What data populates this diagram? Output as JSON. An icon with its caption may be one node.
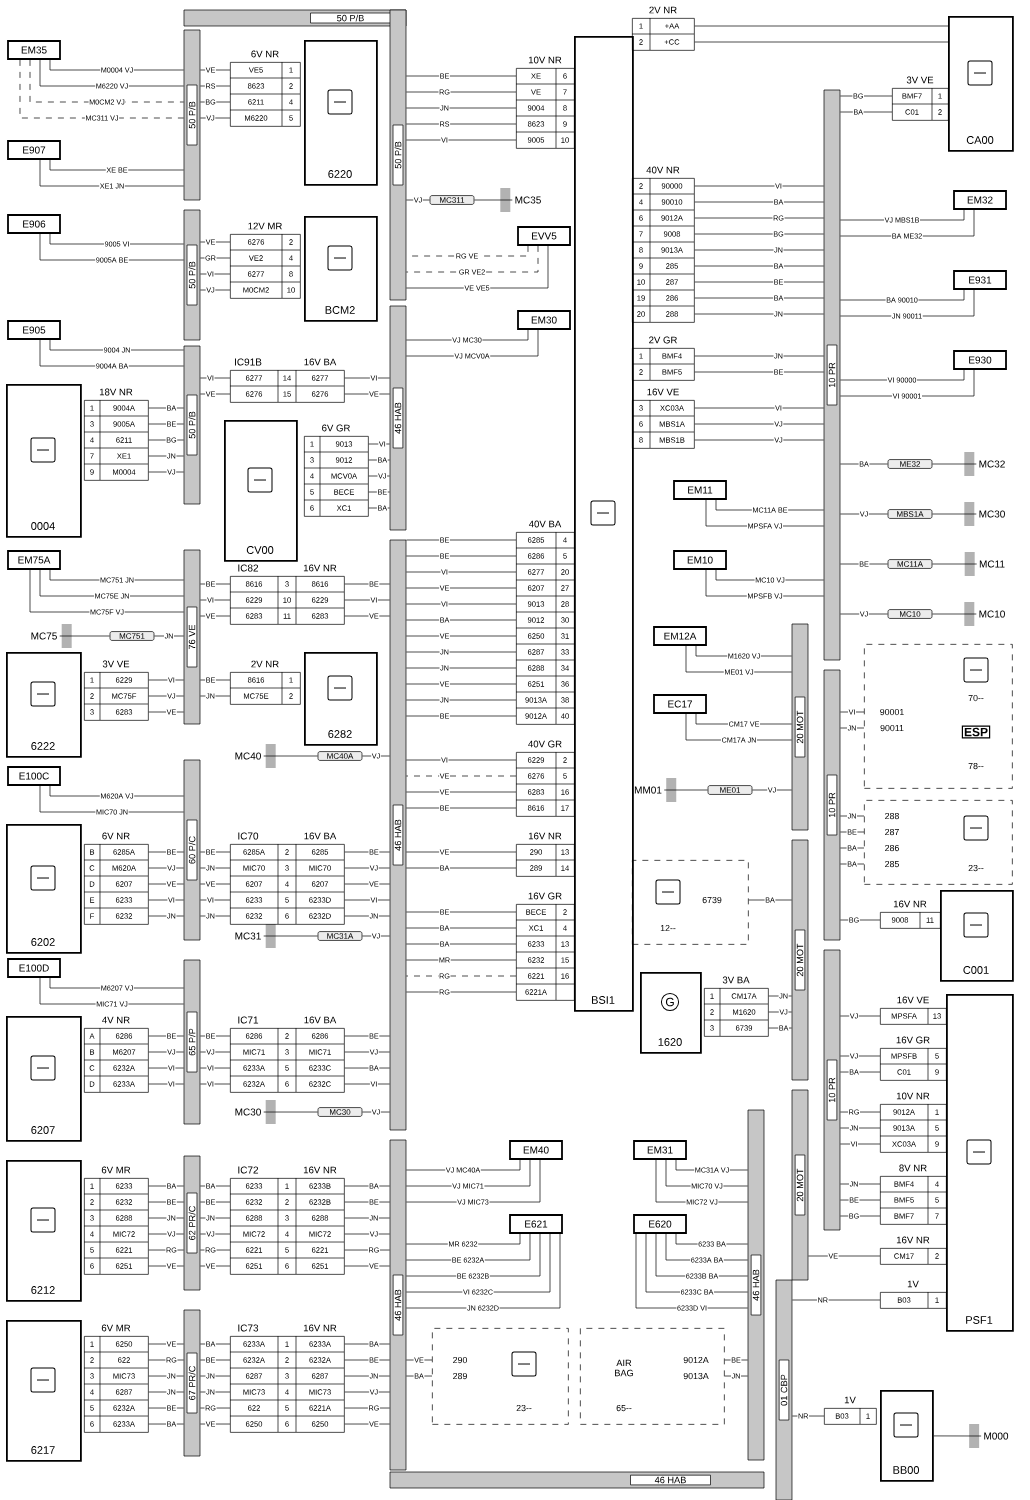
{
  "diagram": {
    "nodes": [
      {
        "text": [
          "50 P/B"
        ]
      },
      {
        "text": [
          "50 P/B"
        ]
      },
      {
        "text": [
          "50 P/B"
        ]
      },
      {
        "text": [
          "50 P/B"
        ]
      },
      {
        "text": [
          "76 VE"
        ]
      },
      {
        "text": [
          "60 P/C"
        ]
      },
      {
        "text": [
          "65 P/P"
        ]
      },
      {
        "text": [
          "62 PR/C"
        ]
      },
      {
        "text": [
          "67 PR/C"
        ]
      },
      {
        "text": [
          "50 P/B"
        ]
      },
      {
        "text": [
          "46 HAB"
        ]
      },
      {
        "text": [
          "46 HAB"
        ]
      },
      {
        "text": [
          "46 HAB"
        ]
      },
      {
        "text": [
          "46 HAB"
        ]
      },
      {
        "text": [
          "10 PR"
        ]
      },
      {
        "text": [
          "10 PR"
        ]
      },
      {
        "text": [
          "10 PR"
        ]
      },
      {
        "text": [
          "20 MOT"
        ]
      },
      {
        "text": [
          "20 MOT"
        ]
      },
      {
        "text": [
          "20 MOT"
        ]
      },
      {
        "text": [
          "46 HAB"
        ]
      },
      {
        "text": [
          "01 CBP"
        ]
      },
      {
        "text": [
          "EM35"
        ]
      },
      {
        "text": [
          "E907"
        ]
      },
      {
        "text": [
          "E906"
        ]
      },
      {
        "text": [
          "E905"
        ]
      },
      {
        "text": [
          "EM75A"
        ]
      },
      {
        "text": [
          "E100C"
        ]
      },
      {
        "text": [
          "E100D"
        ]
      },
      {
        "text": [
          "EVV5"
        ]
      },
      {
        "text": [
          "EM30"
        ]
      },
      {
        "text": [
          "EM32"
        ]
      },
      {
        "text": [
          "E931"
        ]
      },
      {
        "text": [
          "E930"
        ]
      },
      {
        "text": [
          "EM11"
        ]
      },
      {
        "text": [
          "EM10"
        ]
      },
      {
        "text": [
          "EM12A"
        ]
      },
      {
        "text": [
          "EC17"
        ]
      },
      {
        "text": [
          "EM40"
        ]
      },
      {
        "text": [
          "EM31"
        ]
      },
      {
        "text": [
          "E621"
        ]
      },
      {
        "text": [
          "E620"
        ]
      },
      {
        "text": [
          "6220"
        ]
      },
      {
        "text": [
          "BCM2"
        ]
      },
      {
        "text": [
          "0004"
        ]
      },
      {
        "text": [
          "CV00"
        ]
      },
      {
        "text": [
          "6222"
        ]
      },
      {
        "text": [
          "6282"
        ]
      },
      {
        "text": [
          "6202"
        ]
      },
      {
        "text": [
          "6207"
        ]
      },
      {
        "text": [
          "6212"
        ]
      },
      {
        "text": [
          "6217"
        ]
      },
      {
        "text": [
          "BSI1"
        ]
      },
      {
        "text": [
          "CA00"
        ]
      },
      {
        "text": [
          "C001"
        ]
      },
      {
        "text": [
          "PSF1"
        ]
      },
      {
        "text": [
          "G",
          "1620"
        ]
      },
      {
        "text": [
          "BB00"
        ]
      },
      {
        "text": [
          "90001",
          "90011",
          "70--",
          "ESP",
          "78--"
        ]
      },
      {
        "text": [
          "288",
          "287",
          "286",
          "285",
          "23--"
        ]
      },
      {
        "text": [
          "6739",
          "12--"
        ]
      },
      {
        "text": [
          "290",
          "289",
          "23--"
        ]
      },
      {
        "text": [
          "9012A",
          "9013A",
          "AIR BAG",
          "65--"
        ]
      },
      {
        "text": [
          "MC35"
        ]
      },
      {
        "text": [
          "MC311"
        ]
      },
      {
        "text": [
          "MC75"
        ]
      },
      {
        "text": [
          "MC751"
        ]
      },
      {
        "text": [
          "MC40"
        ]
      },
      {
        "text": [
          "MC40A"
        ]
      },
      {
        "text": [
          "MC31"
        ]
      },
      {
        "text": [
          "MC31A"
        ]
      },
      {
        "text": [
          "MC30"
        ]
      },
      {
        "text": [
          "MC30"
        ]
      },
      {
        "text": [
          "MC32"
        ]
      },
      {
        "text": [
          "ME32"
        ]
      },
      {
        "text": [
          "MC30"
        ]
      },
      {
        "text": [
          "MBS1A"
        ]
      },
      {
        "text": [
          "MC11"
        ]
      },
      {
        "text": [
          "MC11A"
        ]
      },
      {
        "text": [
          "MC10"
        ]
      },
      {
        "text": [
          "MC10"
        ]
      },
      {
        "text": [
          "MM01"
        ]
      },
      {
        "text": [
          "ME01"
        ]
      },
      {
        "text": [
          "M000"
        ]
      },
      {
        "text": [
          "6V NR",
          "VE5",
          "1",
          "8623",
          "2",
          "6211",
          "4",
          "M6220",
          "5"
        ]
      },
      {
        "text": [
          "12V MR",
          "6276",
          "2",
          "VE2",
          "4",
          "6277",
          "8",
          "M0CM2",
          "10"
        ]
      },
      {
        "text": [
          "IC91B",
          "16V BA",
          "6277",
          "14",
          "6277",
          "6276",
          "15",
          "6276"
        ]
      },
      {
        "text": [
          "18V NR",
          "1",
          "9004A",
          "3",
          "9005A",
          "4",
          "6211",
          "7",
          "XE1",
          "9",
          "M0004"
        ]
      },
      {
        "text": [
          "6V GR",
          "1",
          "9013",
          "3",
          "9012",
          "4",
          "MCV0A",
          "5",
          "BECE",
          "6",
          "XC1"
        ]
      },
      {
        "text": [
          "IC82",
          "16V NR",
          "8616",
          "3",
          "8616",
          "6229",
          "10",
          "6229",
          "6283",
          "11",
          "6283"
        ]
      },
      {
        "text": [
          "3V VE",
          "1",
          "6229",
          "2",
          "MC75F",
          "3",
          "6283"
        ]
      },
      {
        "text": [
          "2V NR",
          "8616",
          "1",
          "MC75E",
          "2"
        ]
      },
      {
        "text": [
          "6V NR",
          "B",
          "6285A",
          "C",
          "M620A",
          "D",
          "6207",
          "E",
          "6233",
          "F",
          "6232"
        ]
      },
      {
        "text": [
          "IC70",
          "16V BA",
          "6285A",
          "2",
          "6285",
          "MIC70",
          "3",
          "MIC70",
          "6207",
          "4",
          "6207",
          "6233",
          "5",
          "6233D",
          "6232",
          "6",
          "6232D"
        ]
      },
      {
        "text": [
          "4V NR",
          "A",
          "6286",
          "B",
          "M6207",
          "C",
          "6232A",
          "D",
          "6233A"
        ]
      },
      {
        "text": [
          "IC71",
          "16V BA",
          "6286",
          "2",
          "6286",
          "MIC71",
          "3",
          "MIC71",
          "6233A",
          "5",
          "6233C",
          "6232A",
          "6",
          "6232C"
        ]
      },
      {
        "text": [
          "6V MR",
          "1",
          "6233",
          "2",
          "6232",
          "3",
          "6288",
          "4",
          "MIC72",
          "5",
          "6221",
          "6",
          "6251"
        ]
      },
      {
        "text": [
          "IC72",
          "16V NR",
          "6233",
          "1",
          "6233B",
          "6232",
          "2",
          "6232B",
          "6288",
          "3",
          "6288",
          "MIC72",
          "4",
          "MIC72",
          "6221",
          "5",
          "6221",
          "6251",
          "6",
          "6251"
        ]
      },
      {
        "text": [
          "6V MR",
          "1",
          "6250",
          "2",
          "622",
          "3",
          "MIC73",
          "4",
          "6287",
          "5",
          "6232A",
          "6",
          "6233A"
        ]
      },
      {
        "text": [
          "IC73",
          "16V NR",
          "6233A",
          "1",
          "6233A",
          "6232A",
          "2",
          "6232A",
          "6287",
          "3",
          "6287",
          "MIC73",
          "4",
          "MIC73",
          "622",
          "5",
          "6221A",
          "6250",
          "6",
          "6250"
        ]
      },
      {
        "text": [
          "10V NR",
          "XE",
          "6",
          "VE",
          "7",
          "9004",
          "8",
          "8623",
          "9",
          "9005",
          "10"
        ]
      },
      {
        "text": [
          "40V BA",
          "6285",
          "4",
          "6286",
          "5",
          "6277",
          "20",
          "6207",
          "27",
          "9013",
          "28",
          "9012",
          "30",
          "6250",
          "31",
          "6287",
          "33",
          "6288",
          "34",
          "6251",
          "36",
          "9013A",
          "38",
          "9012A",
          "40"
        ]
      },
      {
        "text": [
          "40V GR",
          "6229",
          "2",
          "6276",
          "5",
          "6283",
          "16",
          "8616",
          "17"
        ]
      },
      {
        "text": [
          "16V NR",
          "290",
          "13",
          "289",
          "14"
        ]
      },
      {
        "text": [
          "16V GR",
          "BECE",
          "2",
          "XC1",
          "4",
          "6233",
          "13",
          "6232",
          "15",
          "6221",
          "16",
          "6221A"
        ]
      },
      {
        "text": [
          "2V NR",
          "1",
          "+AA",
          "2",
          "+CC"
        ]
      },
      {
        "text": [
          "40V NR",
          "2",
          "90000",
          "4",
          "90010",
          "6",
          "9012A",
          "7",
          "9008",
          "8",
          "9013A",
          "9",
          "285",
          "10",
          "287",
          "19",
          "286",
          "20",
          "288"
        ]
      },
      {
        "text": [
          "2V GR",
          "1",
          "BMF4",
          "2",
          "BMF5"
        ]
      },
      {
        "text": [
          "16V VE",
          "3",
          "XC03A",
          "6",
          "MBS1A",
          "8",
          "MBS1B"
        ]
      },
      {
        "text": [
          "3V VE",
          "BMF7",
          "1",
          "C01",
          "2"
        ]
      },
      {
        "text": [
          "16V NR",
          "9008",
          "11"
        ]
      },
      {
        "text": [
          "16V VE",
          "MPSFA",
          "13"
        ]
      },
      {
        "text": [
          "16V GR",
          "MPSFB",
          "5",
          "C01",
          "9"
        ]
      },
      {
        "text": [
          "10V NR",
          "9012A",
          "1",
          "9013A",
          "5",
          "XC03A",
          "9"
        ]
      },
      {
        "text": [
          "8V NR",
          "BMF4",
          "4",
          "BMF5",
          "5",
          "BMF7",
          "7"
        ]
      },
      {
        "text": [
          "16V NR",
          "CM17",
          "2"
        ]
      },
      {
        "text": [
          "1V",
          "B03",
          "1"
        ]
      },
      {
        "text": [
          "1V",
          "B03",
          "1"
        ]
      },
      {
        "text": [
          "3V BA",
          "1",
          "CM17A",
          "2",
          "M1620",
          "3",
          "6739"
        ]
      }
    ],
    "edges": [
      {
        "from": 22,
        "to": 1,
        "arrow": "none",
        "label": "M0004 VJ"
      },
      {
        "from": 22,
        "to": 1,
        "arrow": "none",
        "label": "M6220 VJ"
      },
      {
        "from": 22,
        "to": 1,
        "arrow": "none",
        "label": "M0CM2 VJ",
        "style": "dashed"
      },
      {
        "from": 22,
        "to": 1,
        "arrow": "none",
        "label": "MC311 VJ",
        "style": "dashed"
      },
      {
        "from": 1,
        "to": 84,
        "arrow": "none",
        "label": "VE"
      },
      {
        "from": 1,
        "to": 84,
        "arrow": "none",
        "label": "RS"
      },
      {
        "from": 1,
        "to": 84,
        "arrow": "none",
        "label": "BG"
      },
      {
        "from": 1,
        "to": 84,
        "arrow": "none",
        "label": "VJ"
      },
      {
        "from": 23,
        "to": 1,
        "arrow": "none",
        "label": "XE BE"
      },
      {
        "from": 23,
        "to": 1,
        "arrow": "none",
        "label": "XE1 JN"
      },
      {
        "from": 24,
        "to": 2,
        "arrow": "none",
        "label": "9005 VI"
      },
      {
        "from": 24,
        "to": 2,
        "arrow": "none",
        "label": "9005A BE"
      },
      {
        "from": 2,
        "to": 85,
        "arrow": "none",
        "label": "VE"
      },
      {
        "from": 2,
        "to": 85,
        "arrow": "none",
        "label": "GR"
      },
      {
        "from": 2,
        "to": 85,
        "arrow": "none",
        "label": "VI"
      },
      {
        "from": 2,
        "to": 85,
        "arrow": "none",
        "label": "VJ"
      },
      {
        "from": 25,
        "to": 3,
        "arrow": "none",
        "label": "9004 JN"
      },
      {
        "from": 25,
        "to": 3,
        "arrow": "none",
        "label": "9004A BA"
      },
      {
        "from": 87,
        "to": 3,
        "arrow": "none",
        "label": "BA"
      },
      {
        "from": 87,
        "to": 3,
        "arrow": "none",
        "label": "BE"
      },
      {
        "from": 87,
        "to": 3,
        "arrow": "none",
        "label": "BG"
      },
      {
        "from": 87,
        "to": 3,
        "arrow": "none",
        "label": "JN"
      },
      {
        "from": 87,
        "to": 3,
        "arrow": "none",
        "label": "VJ"
      },
      {
        "from": 3,
        "to": 86,
        "arrow": "none",
        "label": "VI"
      },
      {
        "from": 3,
        "to": 86,
        "arrow": "none",
        "label": "VE"
      },
      {
        "from": 86,
        "to": 10,
        "arrow": "none",
        "label": "VI"
      },
      {
        "from": 86,
        "to": 10,
        "arrow": "none",
        "label": "VE"
      },
      {
        "from": 88,
        "to": 10,
        "arrow": "none",
        "label": "VI"
      },
      {
        "from": 88,
        "to": 10,
        "arrow": "none",
        "label": "BA"
      },
      {
        "from": 88,
        "to": 10,
        "arrow": "none",
        "label": "VJ"
      },
      {
        "from": 88,
        "to": 10,
        "arrow": "none",
        "label": "BE"
      },
      {
        "from": 88,
        "to": 10,
        "arrow": "none",
        "label": "BA"
      },
      {
        "from": 10,
        "to": 30,
        "arrow": "none",
        "label": "VJ MC30"
      },
      {
        "from": 10,
        "to": 30,
        "arrow": "none",
        "label": "VJ MCV0A"
      },
      {
        "from": 9,
        "to": 100,
        "arrow": "none",
        "label": "BE"
      },
      {
        "from": 9,
        "to": 100,
        "arrow": "none",
        "label": "RG"
      },
      {
        "from": 9,
        "to": 100,
        "arrow": "none",
        "label": "JN"
      },
      {
        "from": 9,
        "to": 100,
        "arrow": "none",
        "label": "RS"
      },
      {
        "from": 9,
        "to": 100,
        "arrow": "none",
        "label": "VI"
      },
      {
        "from": 9,
        "to": 64,
        "arrow": "none",
        "label": "VJ"
      },
      {
        "from": 64,
        "to": 63,
        "arrow": "none"
      },
      {
        "from": 9,
        "to": 29,
        "arrow": "none",
        "label": "RG VE",
        "style": "dashed"
      },
      {
        "from": 9,
        "to": 29,
        "arrow": "none",
        "label": "GR VE2",
        "style": "dashed"
      },
      {
        "from": 9,
        "to": 29,
        "arrow": "none",
        "label": "VE VE5"
      },
      {
        "from": 26,
        "to": 4,
        "arrow": "none",
        "label": "MC751 JN"
      },
      {
        "from": 26,
        "to": 4,
        "arrow": "none",
        "label": "MC75E JN"
      },
      {
        "from": 26,
        "to": 4,
        "arrow": "none",
        "label": "MC75F VJ"
      },
      {
        "from": 66,
        "to": 4,
        "arrow": "none",
        "label": "JN"
      },
      {
        "from": 66,
        "to": 65,
        "arrow": "none"
      },
      {
        "from": 90,
        "to": 4,
        "arrow": "none",
        "label": "VI"
      },
      {
        "from": 90,
        "to": 4,
        "arrow": "none",
        "label": "VJ"
      },
      {
        "from": 90,
        "to": 4,
        "arrow": "none",
        "label": "VE"
      },
      {
        "from": 4,
        "to": 89,
        "arrow": "none",
        "label": "BE"
      },
      {
        "from": 4,
        "to": 89,
        "arrow": "none",
        "label": "VI"
      },
      {
        "from": 4,
        "to": 89,
        "arrow": "none",
        "label": "VE"
      },
      {
        "from": 4,
        "to": 91,
        "arrow": "none",
        "label": "BE"
      },
      {
        "from": 4,
        "to": 91,
        "arrow": "none",
        "label": "JN"
      },
      {
        "from": 89,
        "to": 11,
        "arrow": "none",
        "label": "BE"
      },
      {
        "from": 89,
        "to": 11,
        "arrow": "none",
        "label": "VI"
      },
      {
        "from": 89,
        "to": 11,
        "arrow": "none",
        "label": "VE"
      },
      {
        "from": 11,
        "to": 101,
        "arrow": "none",
        "label": "BE"
      },
      {
        "from": 11,
        "to": 101,
        "arrow": "none",
        "label": "BE"
      },
      {
        "from": 11,
        "to": 101,
        "arrow": "none",
        "label": "VI"
      },
      {
        "from": 11,
        "to": 101,
        "arrow": "none",
        "label": "VE"
      },
      {
        "from": 11,
        "to": 101,
        "arrow": "none",
        "label": "VI"
      },
      {
        "from": 11,
        "to": 101,
        "arrow": "none",
        "label": "BA"
      },
      {
        "from": 11,
        "to": 101,
        "arrow": "none",
        "label": "VE"
      },
      {
        "from": 11,
        "to": 101,
        "arrow": "none",
        "label": "JN"
      },
      {
        "from": 11,
        "to": 101,
        "arrow": "none",
        "label": "JN"
      },
      {
        "from": 11,
        "to": 101,
        "arrow": "none",
        "label": "VE"
      },
      {
        "from": 11,
        "to": 101,
        "arrow": "none",
        "label": "JN"
      },
      {
        "from": 11,
        "to": 101,
        "arrow": "none",
        "label": "BE"
      },
      {
        "from": 11,
        "to": 102,
        "arrow": "none",
        "label": "VI"
      },
      {
        "from": 11,
        "to": 102,
        "arrow": "none",
        "label": "VE",
        "style": "dashed"
      },
      {
        "from": 11,
        "to": 102,
        "arrow": "none",
        "label": "VE"
      },
      {
        "from": 11,
        "to": 102,
        "arrow": "none",
        "label": "BE"
      },
      {
        "from": 103,
        "to": 11,
        "arrow": "none",
        "label": "VE"
      },
      {
        "from": 103,
        "to": 11,
        "arrow": "none",
        "label": "BA"
      },
      {
        "from": 11,
        "to": 104,
        "arrow": "none",
        "label": "BE"
      },
      {
        "from": 11,
        "to": 104,
        "arrow": "none",
        "label": "BA"
      },
      {
        "from": 11,
        "to": 104,
        "arrow": "none",
        "label": "BA"
      },
      {
        "from": 11,
        "to": 104,
        "arrow": "none",
        "label": "MR"
      },
      {
        "from": 11,
        "to": 104,
        "arrow": "none",
        "label": "RG",
        "style": "dashed"
      },
      {
        "from": 11,
        "to": 104,
        "arrow": "none",
        "label": "RG"
      },
      {
        "from": 68,
        "to": 11,
        "arrow": "none",
        "label": "VJ"
      },
      {
        "from": 68,
        "to": 67,
        "arrow": "none"
      },
      {
        "from": 27,
        "to": 5,
        "arrow": "none",
        "label": "M620A VJ"
      },
      {
        "from": 27,
        "to": 5,
        "arrow": "none",
        "label": "MIC70 JN"
      },
      {
        "from": 92,
        "to": 5,
        "arrow": "none",
        "label": "BE"
      },
      {
        "from": 92,
        "to": 5,
        "arrow": "none",
        "label": "VJ"
      },
      {
        "from": 92,
        "to": 5,
        "arrow": "none",
        "label": "VE"
      },
      {
        "from": 92,
        "to": 5,
        "arrow": "none",
        "label": "VI"
      },
      {
        "from": 92,
        "to": 5,
        "arrow": "none",
        "label": "JN"
      },
      {
        "from": 5,
        "to": 93,
        "arrow": "none",
        "label": "BE"
      },
      {
        "from": 5,
        "to": 93,
        "arrow": "none",
        "label": "JN"
      },
      {
        "from": 5,
        "to": 93,
        "arrow": "none",
        "label": "VE"
      },
      {
        "from": 5,
        "to": 93,
        "arrow": "none",
        "label": "VI"
      },
      {
        "from": 5,
        "to": 93,
        "arrow": "none",
        "label": "JN"
      },
      {
        "from": 93,
        "to": 11,
        "arrow": "none",
        "label": "BE"
      },
      {
        "from": 93,
        "to": 11,
        "arrow": "none",
        "label": "VJ"
      },
      {
        "from": 93,
        "to": 11,
        "arrow": "none",
        "label": "VE"
      },
      {
        "from": 93,
        "to": 11,
        "arrow": "none",
        "label": "VI"
      },
      {
        "from": 93,
        "to": 11,
        "arrow": "none",
        "label": "JN"
      },
      {
        "from": 70,
        "to": 11,
        "arrow": "none",
        "label": "VJ"
      },
      {
        "from": 70,
        "to": 69,
        "arrow": "none"
      },
      {
        "from": 28,
        "to": 6,
        "arrow": "none",
        "label": "M6207 VJ"
      },
      {
        "from": 28,
        "to": 6,
        "arrow": "none",
        "label": "MIC71 VJ"
      },
      {
        "from": 94,
        "to": 6,
        "arrow": "none",
        "label": "BE"
      },
      {
        "from": 94,
        "to": 6,
        "arrow": "none",
        "label": "VJ"
      },
      {
        "from": 94,
        "to": 6,
        "arrow": "none",
        "label": "VI"
      },
      {
        "from": 94,
        "to": 6,
        "arrow": "none",
        "label": "VI"
      },
      {
        "from": 6,
        "to": 95,
        "arrow": "none",
        "label": "BE"
      },
      {
        "from": 6,
        "to": 95,
        "arrow": "none",
        "label": "VJ"
      },
      {
        "from": 6,
        "to": 95,
        "arrow": "none",
        "label": "VI"
      },
      {
        "from": 6,
        "to": 95,
        "arrow": "none",
        "label": "VI"
      },
      {
        "from": 95,
        "to": 11,
        "arrow": "none",
        "label": "BE"
      },
      {
        "from": 95,
        "to": 11,
        "arrow": "none",
        "label": "VJ"
      },
      {
        "from": 95,
        "to": 11,
        "arrow": "none",
        "label": "BA"
      },
      {
        "from": 95,
        "to": 11,
        "arrow": "none",
        "label": "VI"
      },
      {
        "from": 72,
        "to": 11,
        "arrow": "none",
        "label": "VJ"
      },
      {
        "from": 72,
        "to": 71,
        "arrow": "none"
      },
      {
        "from": 96,
        "to": 7,
        "arrow": "none",
        "label": "BA"
      },
      {
        "from": 96,
        "to": 7,
        "arrow": "none",
        "label": "BE"
      },
      {
        "from": 96,
        "to": 7,
        "arrow": "none",
        "label": "JN"
      },
      {
        "from": 96,
        "to": 7,
        "arrow": "none",
        "label": "VJ"
      },
      {
        "from": 96,
        "to": 7,
        "arrow": "none",
        "label": "RG"
      },
      {
        "from": 96,
        "to": 7,
        "arrow": "none",
        "label": "VE"
      },
      {
        "from": 7,
        "to": 97,
        "arrow": "none",
        "label": "BA"
      },
      {
        "from": 7,
        "to": 97,
        "arrow": "none",
        "label": "BE"
      },
      {
        "from": 7,
        "to": 97,
        "arrow": "none",
        "label": "JN"
      },
      {
        "from": 7,
        "to": 97,
        "arrow": "none",
        "label": "VJ"
      },
      {
        "from": 7,
        "to": 97,
        "arrow": "none",
        "label": "RG"
      },
      {
        "from": 7,
        "to": 97,
        "arrow": "none",
        "label": "VE"
      },
      {
        "from": 97,
        "to": 12,
        "arrow": "none",
        "label": "BA"
      },
      {
        "from": 97,
        "to": 12,
        "arrow": "none",
        "label": "BE"
      },
      {
        "from": 97,
        "to": 12,
        "arrow": "none",
        "label": "JN"
      },
      {
        "from": 97,
        "to": 12,
        "arrow": "none",
        "label": "VJ"
      },
      {
        "from": 97,
        "to": 12,
        "arrow": "none",
        "label": "RG"
      },
      {
        "from": 97,
        "to": 12,
        "arrow": "none",
        "label": "VE"
      },
      {
        "from": 98,
        "to": 8,
        "arrow": "none",
        "label": "VE"
      },
      {
        "from": 98,
        "to": 8,
        "arrow": "none",
        "label": "RG"
      },
      {
        "from": 98,
        "to": 8,
        "arrow": "none",
        "label": "JN"
      },
      {
        "from": 98,
        "to": 8,
        "arrow": "none",
        "label": "JN"
      },
      {
        "from": 98,
        "to": 8,
        "arrow": "none",
        "label": "BE"
      },
      {
        "from": 98,
        "to": 8,
        "arrow": "none",
        "label": "BA"
      },
      {
        "from": 8,
        "to": 99,
        "arrow": "none",
        "label": "BA"
      },
      {
        "from": 8,
        "to": 99,
        "arrow": "none",
        "label": "BE"
      },
      {
        "from": 8,
        "to": 99,
        "arrow": "none",
        "label": "JN"
      },
      {
        "from": 8,
        "to": 99,
        "arrow": "none",
        "label": "JN"
      },
      {
        "from": 8,
        "to": 99,
        "arrow": "none",
        "label": "RG"
      },
      {
        "from": 8,
        "to": 99,
        "arrow": "none",
        "label": "VE"
      },
      {
        "from": 99,
        "to": 12,
        "arrow": "none",
        "label": "BA"
      },
      {
        "from": 99,
        "to": 12,
        "arrow": "none",
        "label": "BE"
      },
      {
        "from": 99,
        "to": 12,
        "arrow": "none",
        "label": "JN"
      },
      {
        "from": 99,
        "to": 12,
        "arrow": "none",
        "label": "VJ"
      },
      {
        "from": 99,
        "to": 12,
        "arrow": "none",
        "label": "RG"
      },
      {
        "from": 99,
        "to": 12,
        "arrow": "none",
        "label": "VE"
      },
      {
        "from": 12,
        "to": 38,
        "arrow": "none",
        "label": "VJ MC40A"
      },
      {
        "from": 12,
        "to": 38,
        "arrow": "none",
        "label": "VJ MIC71"
      },
      {
        "from": 12,
        "to": 38,
        "arrow": "none",
        "label": "VJ MIC73"
      },
      {
        "from": 12,
        "to": 40,
        "arrow": "none",
        "label": "MR 6232"
      },
      {
        "from": 12,
        "to": 40,
        "arrow": "none",
        "label": "BE 6232A"
      },
      {
        "from": 12,
        "to": 40,
        "arrow": "none",
        "label": "BE 6232B"
      },
      {
        "from": 12,
        "to": 40,
        "arrow": "none",
        "label": "VI 6232C"
      },
      {
        "from": 12,
        "to": 40,
        "arrow": "none",
        "label": "JN 6232D"
      },
      {
        "from": 12,
        "to": 61,
        "arrow": "none",
        "label": "VE"
      },
      {
        "from": 12,
        "to": 61,
        "arrow": "none",
        "label": "BA"
      },
      {
        "from": 39,
        "to": 20,
        "arrow": "none",
        "label": "MC31A VJ"
      },
      {
        "from": 39,
        "to": 20,
        "arrow": "none",
        "label": "MIC70 VJ"
      },
      {
        "from": 39,
        "to": 20,
        "arrow": "none",
        "label": "MIC72 VJ"
      },
      {
        "from": 41,
        "to": 20,
        "arrow": "none",
        "label": "6233 BA"
      },
      {
        "from": 41,
        "to": 20,
        "arrow": "none",
        "label": "6233A BA"
      },
      {
        "from": 41,
        "to": 20,
        "arrow": "none",
        "label": "6233B BA"
      },
      {
        "from": 41,
        "to": 20,
        "arrow": "none",
        "label": "6233C BA"
      },
      {
        "from": 41,
        "to": 20,
        "arrow": "none",
        "label": "6233D VI"
      },
      {
        "from": 20,
        "to": 62,
        "arrow": "none",
        "label": "BE"
      },
      {
        "from": 20,
        "to": 62,
        "arrow": "none",
        "label": "JN"
      },
      {
        "from": 105,
        "to": 53,
        "arrow": "none"
      },
      {
        "from": 105,
        "to": 53,
        "arrow": "none"
      },
      {
        "from": 106,
        "to": 14,
        "arrow": "none",
        "label": "VI"
      },
      {
        "from": 106,
        "to": 14,
        "arrow": "none",
        "label": "BA"
      },
      {
        "from": 106,
        "to": 14,
        "arrow": "none",
        "label": "RG"
      },
      {
        "from": 106,
        "to": 14,
        "arrow": "none",
        "label": "BG"
      },
      {
        "from": 106,
        "to": 14,
        "arrow": "none",
        "label": "JN"
      },
      {
        "from": 106,
        "to": 14,
        "arrow": "none",
        "label": "BA"
      },
      {
        "from": 106,
        "to": 14,
        "arrow": "none",
        "label": "BE"
      },
      {
        "from": 106,
        "to": 14,
        "arrow": "none",
        "label": "BA"
      },
      {
        "from": 106,
        "to": 14,
        "arrow": "none",
        "label": "JN"
      },
      {
        "from": 107,
        "to": 14,
        "arrow": "none",
        "label": "JN"
      },
      {
        "from": 107,
        "to": 14,
        "arrow": "none",
        "label": "BE"
      },
      {
        "from": 108,
        "to": 14,
        "arrow": "none",
        "label": "VI"
      },
      {
        "from": 108,
        "to": 14,
        "arrow": "none",
        "label": "VJ"
      },
      {
        "from": 108,
        "to": 14,
        "arrow": "none",
        "label": "VJ"
      },
      {
        "from": 14,
        "to": 109,
        "arrow": "none",
        "label": "BG"
      },
      {
        "from": 14,
        "to": 109,
        "arrow": "none",
        "label": "BA"
      },
      {
        "from": 14,
        "to": 31,
        "arrow": "none",
        "label": "VJ MBS1B"
      },
      {
        "from": 14,
        "to": 31,
        "arrow": "none",
        "label": "BA ME32"
      },
      {
        "from": 14,
        "to": 32,
        "arrow": "none",
        "label": "BA 90010"
      },
      {
        "from": 14,
        "to": 32,
        "arrow": "none",
        "label": "JN 90011"
      },
      {
        "from": 14,
        "to": 33,
        "arrow": "none",
        "label": "VI 90000"
      },
      {
        "from": 14,
        "to": 33,
        "arrow": "none",
        "label": "VI 90001"
      },
      {
        "from": 14,
        "to": 74,
        "arrow": "none",
        "label": "BA"
      },
      {
        "from": 74,
        "to": 73,
        "arrow": "none"
      },
      {
        "from": 14,
        "to": 76,
        "arrow": "none",
        "label": "VJ"
      },
      {
        "from": 76,
        "to": 75,
        "arrow": "none"
      },
      {
        "from": 14,
        "to": 78,
        "arrow": "none",
        "label": "BE"
      },
      {
        "from": 78,
        "to": 77,
        "arrow": "none"
      },
      {
        "from": 14,
        "to": 80,
        "arrow": "none",
        "label": "VJ"
      },
      {
        "from": 80,
        "to": 79,
        "arrow": "none"
      },
      {
        "from": 34,
        "to": 14,
        "arrow": "none",
        "label": "MC11A BE"
      },
      {
        "from": 34,
        "to": 14,
        "arrow": "none",
        "label": "MPSFA VJ"
      },
      {
        "from": 35,
        "to": 14,
        "arrow": "none",
        "label": "MC10 VJ"
      },
      {
        "from": 35,
        "to": 14,
        "arrow": "none",
        "label": "MPSFB VJ"
      },
      {
        "from": 15,
        "to": 58,
        "arrow": "none",
        "label": "VI"
      },
      {
        "from": 15,
        "to": 58,
        "arrow": "none",
        "label": "JN"
      },
      {
        "from": 15,
        "to": 59,
        "arrow": "none",
        "label": "JN"
      },
      {
        "from": 15,
        "to": 59,
        "arrow": "none",
        "label": "BE"
      },
      {
        "from": 15,
        "to": 59,
        "arrow": "none",
        "label": "BA"
      },
      {
        "from": 15,
        "to": 59,
        "arrow": "none",
        "label": "BA"
      },
      {
        "from": 15,
        "to": 110,
        "arrow": "none",
        "label": "BG"
      },
      {
        "from": 16,
        "to": 111,
        "arrow": "none",
        "label": "VJ"
      },
      {
        "from": 16,
        "to": 112,
        "arrow": "none",
        "label": "VJ"
      },
      {
        "from": 16,
        "to": 112,
        "arrow": "none",
        "label": "BA"
      },
      {
        "from": 16,
        "to": 113,
        "arrow": "none",
        "label": "RG"
      },
      {
        "from": 16,
        "to": 113,
        "arrow": "none",
        "label": "JN"
      },
      {
        "from": 16,
        "to": 113,
        "arrow": "none",
        "label": "VI"
      },
      {
        "from": 16,
        "to": 114,
        "arrow": "none",
        "label": "JN"
      },
      {
        "from": 16,
        "to": 114,
        "arrow": "none",
        "label": "BE"
      },
      {
        "from": 16,
        "to": 114,
        "arrow": "none",
        "label": "BG"
      },
      {
        "from": 36,
        "to": 17,
        "arrow": "none",
        "label": "M1620 VJ"
      },
      {
        "from": 36,
        "to": 17,
        "arrow": "none",
        "label": "ME01 VJ"
      },
      {
        "from": 37,
        "to": 17,
        "arrow": "none",
        "label": "CM17 VE"
      },
      {
        "from": 37,
        "to": 17,
        "arrow": "none",
        "label": "CM17A JN"
      },
      {
        "from": 82,
        "to": 17,
        "arrow": "none",
        "label": "VJ"
      },
      {
        "from": 82,
        "to": 81,
        "arrow": "none"
      },
      {
        "from": 60,
        "to": 18,
        "arrow": "none",
        "label": "BA"
      },
      {
        "from": 118,
        "to": 18,
        "arrow": "none",
        "label": "JN"
      },
      {
        "from": 118,
        "to": 18,
        "arrow": "none",
        "label": "VJ"
      },
      {
        "from": 118,
        "to": 18,
        "arrow": "none",
        "label": "BA"
      },
      {
        "from": 19,
        "to": 115,
        "arrow": "none",
        "label": "VE"
      },
      {
        "from": 21,
        "to": 116,
        "arrow": "none",
        "label": "NR"
      },
      {
        "from": 21,
        "to": 117,
        "arrow": "none",
        "label": "NR"
      },
      {
        "from": 57,
        "to": 83,
        "arrow": "none"
      }
    ]
  }
}
